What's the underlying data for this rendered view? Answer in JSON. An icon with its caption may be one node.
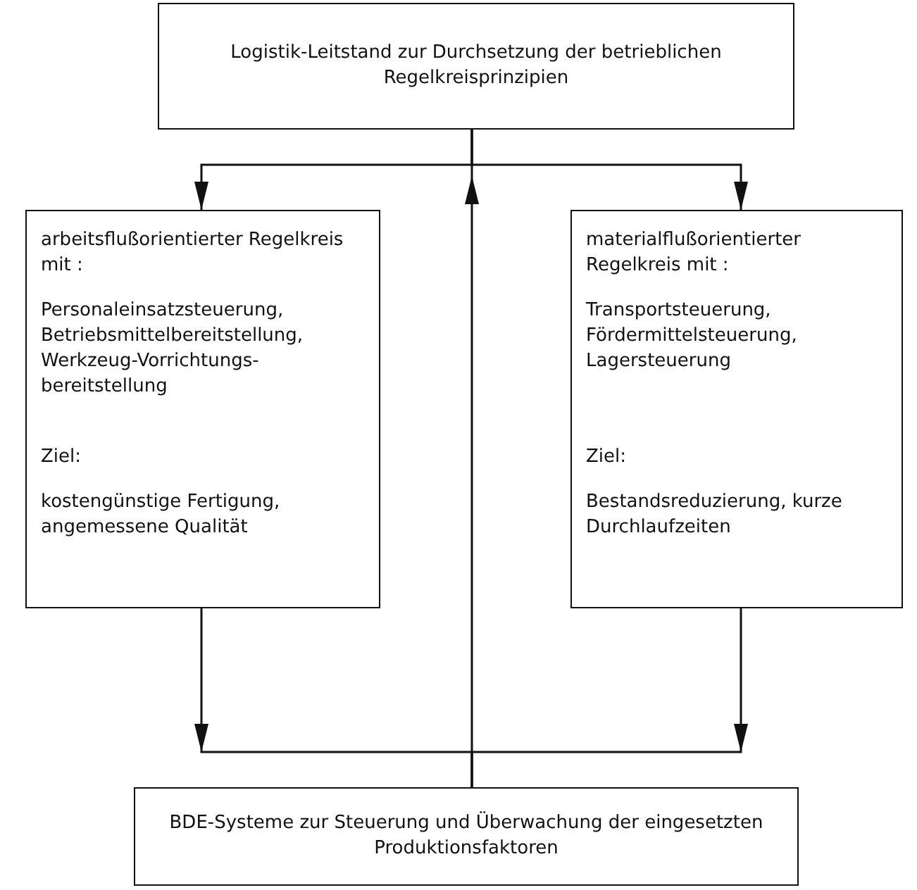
{
  "diagram": {
    "nodes": [
      {
        "text": [
          "Logistik-Leitstand zur Durchsetzung der betrieblichen Regelkreisprinzipien"
        ]
      },
      {
        "text": [
          "arbeitsflußorientierter Regelkreis mit :",
          "Personaleinsatzsteuerung, Betriebsmittelbereitstellung, Werkzeug-Vorrichtungs-bereitstellung",
          "Ziel:",
          "kostengünstige Fertigung, angemessene Qualität"
        ]
      },
      {
        "text": [
          "materialflußorientierter Regelkreis mit :",
          "Transportsteuerung, Fördermittelsteuerung, Lagersteuerung",
          "Ziel:",
          "Bestandsreduzierung, kurze Durchlaufzeiten"
        ]
      },
      {
        "text": [
          "BDE-Systeme zur Steuerung und Überwachung der eingesetzten Produktionsfaktoren"
        ]
      }
    ],
    "edges": [
      {
        "from": 0,
        "to": 1,
        "arrow": "to"
      },
      {
        "from": 0,
        "to": 2,
        "arrow": "to"
      },
      {
        "from": 3,
        "to": 0,
        "arrow": "to"
      },
      {
        "from": 1,
        "to": 3,
        "arrow": "to"
      },
      {
        "from": 2,
        "to": 3,
        "arrow": "to"
      }
    ]
  }
}
